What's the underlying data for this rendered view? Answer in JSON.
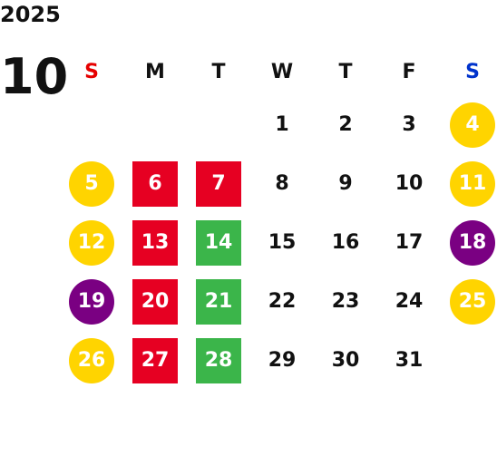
{
  "calendar": {
    "year": "2025",
    "month": "10",
    "weekdays": [
      {
        "label": "S",
        "color": "#e60000"
      },
      {
        "label": "M",
        "color": "#111111"
      },
      {
        "label": "T",
        "color": "#111111"
      },
      {
        "label": "W",
        "color": "#111111"
      },
      {
        "label": "T",
        "color": "#111111"
      },
      {
        "label": "F",
        "color": "#111111"
      },
      {
        "label": "S",
        "color": "#0033cc"
      }
    ],
    "weeks": [
      [
        {
          "day": "",
          "type": "empty"
        },
        {
          "day": "",
          "type": "empty"
        },
        {
          "day": "",
          "type": "empty"
        },
        {
          "day": "1",
          "type": "plain"
        },
        {
          "day": "2",
          "type": "plain"
        },
        {
          "day": "3",
          "type": "plain"
        },
        {
          "day": "4",
          "type": "yellow-circle"
        }
      ],
      [
        {
          "day": "5",
          "type": "yellow-circle"
        },
        {
          "day": "6",
          "type": "red-square"
        },
        {
          "day": "7",
          "type": "red-square"
        },
        {
          "day": "8",
          "type": "plain"
        },
        {
          "day": "9",
          "type": "plain"
        },
        {
          "day": "10",
          "type": "plain"
        },
        {
          "day": "11",
          "type": "yellow-circle"
        }
      ],
      [
        {
          "day": "12",
          "type": "yellow-circle"
        },
        {
          "day": "13",
          "type": "red-square"
        },
        {
          "day": "14",
          "type": "green-square"
        },
        {
          "day": "15",
          "type": "plain"
        },
        {
          "day": "16",
          "type": "plain"
        },
        {
          "day": "17",
          "type": "plain"
        },
        {
          "day": "18",
          "type": "purple-circle"
        }
      ],
      [
        {
          "day": "19",
          "type": "purple-circle"
        },
        {
          "day": "20",
          "type": "red-square"
        },
        {
          "day": "21",
          "type": "green-square"
        },
        {
          "day": "22",
          "type": "plain"
        },
        {
          "day": "23",
          "type": "plain"
        },
        {
          "day": "24",
          "type": "plain"
        },
        {
          "day": "25",
          "type": "yellow-circle"
        }
      ],
      [
        {
          "day": "26",
          "type": "yellow-circle"
        },
        {
          "day": "27",
          "type": "red-square"
        },
        {
          "day": "28",
          "type": "green-square"
        },
        {
          "day": "29",
          "type": "plain"
        },
        {
          "day": "30",
          "type": "plain"
        },
        {
          "day": "31",
          "type": "plain"
        },
        {
          "day": "",
          "type": "empty"
        }
      ]
    ]
  },
  "colors": {
    "yellow": "#ffd400",
    "red": "#e60022",
    "green": "#3bb54a",
    "purple": "#7a0082",
    "text_dark": "#111111",
    "text_light": "#ffffff"
  }
}
